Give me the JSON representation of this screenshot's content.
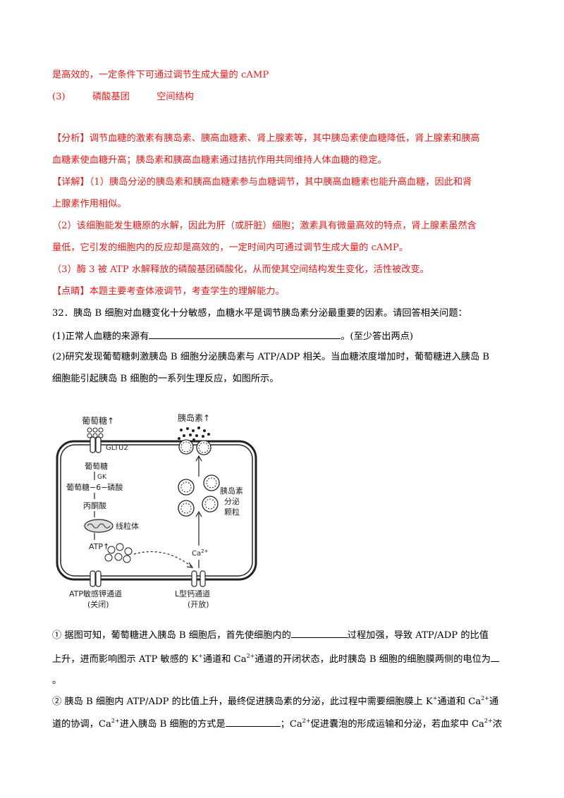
{
  "answer": {
    "line1": "是高效的，一定条件下可通过调节生成大量的 cAMP",
    "line2_num": "(3)",
    "line2_a": "磷酸基团",
    "line2_b": "空间结构"
  },
  "analysis": {
    "tag": "【分析】",
    "l1": "调节血糖的激素有胰岛素、胰高血糖素、肾上腺素等，其中胰岛素使血糖降低，肾上腺素和胰高",
    "l2": "血糖素使血糖升高；胰岛素和胰高血糖素通过拮抗作用共同维持人体血糖的稳定。"
  },
  "detail": {
    "tag": "【详解】",
    "l1": "（1）胰岛分泌的胰岛素和胰高血糖素参与血糖调节，其中胰高血糖素也能升高血糖，因此和肾",
    "l2": "上腺素作用相似。",
    "l3": "（2）该细胞能发生糖原的水解，因此为肝（或肝脏）细胞；激素具有微量高效的特点，肾上腺素虽然含",
    "l4": "量低，它引发的细胞内的反应却是高效的，一定时间内可通过调节生成大量的 cAMP。",
    "l5": "（3）酶 3 被 ATP 水解释放的磷酸基团磷酸化，从而使其空间结构发生变化，活性被改变。"
  },
  "comment": {
    "tag": "【点睛】",
    "text": "本题主要考查体液调节，考查学生的理解能力。"
  },
  "q32": {
    "stem": "32．胰岛 B 细胞对血糖变化十分敏感，血糖水平是调节胰岛素分泌最重要的因素。请回答相关问题：",
    "p1_a": "(1)正常人血糖的来源有",
    "p1_b": "。(至少答出两点)",
    "p2_l1": "(2)研究发现葡萄糖刺激胰岛 B 细胞分泌胰岛素与 ATP/ADP 相关。当血糖浓度增加时，葡萄糖进入胰岛 B",
    "p2_l2": "细胞能引起胰岛 B 细胞的一系列生理反应，如图所示。",
    "s1_l1a": "①  据图可知，葡萄糖进入胰岛 B 细胞后，首先使细胞内的",
    "s1_l1b": "过程加强，导致 ATP/ADP 的比值",
    "s1_l2a": "上升，进而影响图示 ATP 敏感的 K",
    "s1_l2_sup1": "+",
    "s1_l2b": "通道和 Ca",
    "s1_l2_sup2": "2+",
    "s1_l2c": "通道的开闭状态，此时胰岛 B 细胞的细胞膜两侧的电位为",
    "s1_l3": "。",
    "s2_l1a": "②  胰岛 B 细胞内 ATP/ADP 的比值上升，最终促进胰岛素的分泌，此过程中需要细胞膜上 K",
    "s2_l1_sup1": "+",
    "s2_l1b": "通道和 Ca",
    "s2_l1_sup2": "2+",
    "s2_l1c": "通",
    "s2_l2a": "道的协调，Ca",
    "s2_l2_sup1": "2+",
    "s2_l2b": "进入胰岛 B 细胞的方式是",
    "s2_l2c": "；Ca",
    "s2_l2_sup2": "2+",
    "s2_l2d": "促进囊泡的形成运输和分泌，若血浆中 Ca",
    "s2_l2_sup3": "2+",
    "s2_l2e": "浓"
  },
  "diagram": {
    "glucose_up": "葡萄糖↑",
    "insulin_up": "胰岛素↑",
    "gltu2": "GLTU2",
    "glucose": "葡萄糖",
    "gk": "GK",
    "g6p": "葡萄糖−6−磷酸",
    "pyruvate": "丙酮酸",
    "mito": "线粒体",
    "atp_up": "ATP↑",
    "granule_1": "胰岛素",
    "granule_2": "分泌",
    "granule_3": "颗粒",
    "ca": "Ca",
    "ca_sup": "2+",
    "k_channel_1": "ATP敏感钾通道",
    "k_channel_2": "(关闭)",
    "l_channel_1": "L型钙通道",
    "l_channel_2": "(开放)"
  }
}
